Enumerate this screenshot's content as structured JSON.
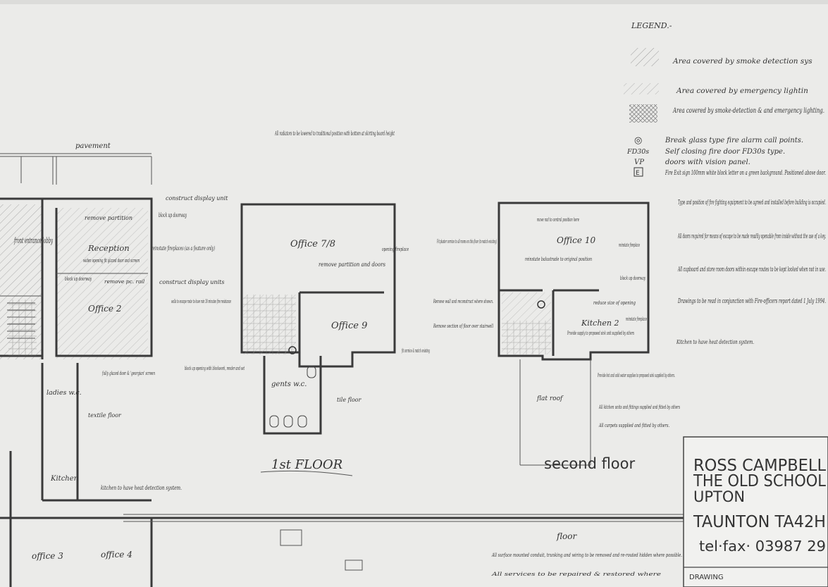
{
  "legend": {
    "title": "LEGEND.-",
    "items": [
      "Area covered by smoke detection sys",
      "Area covered by emergency lightin",
      "Area covered by smoke-detection & and emergency lighting.",
      "Break glass type fire alarm call points.",
      "Self closing fire door FD30s type.",
      "doors with vision panel.",
      "Fire Exit sign 100mm white block letter on a green background. Positioned above door."
    ],
    "symbols": [
      "◎",
      "FD30s",
      "VP",
      "E"
    ],
    "notes": [
      "Type and position of fire fighting equipment to be agreed and installed before building is occupied.",
      "All doors required for means of escape to be made readily openable from inside without the use of a key.",
      "All cupboard and store room doors within escape routes to be kept locked when not in use.",
      "Drawings to be read in conjunction with Fire-officers report dated 1 July 1994."
    ]
  },
  "ground_floor": {
    "pavement": "pavement",
    "rooms": [
      "front entrance lobby",
      "Reception",
      "Office 2",
      "ladies w.c.",
      "Kitchen",
      "office 3",
      "office 4"
    ],
    "notes": [
      "construct display unit",
      "remove partition",
      "block up doorway",
      "widen opening fit glazed door and screen",
      "block up doorway",
      "remove pc. rail",
      "reinstate fireplaces (as a feature only)",
      "construct display units",
      "fully glazed door & 'georgian' screen",
      "textile floor",
      "kitchen to have heat detection system."
    ]
  },
  "first_floor": {
    "label": "1st FLOOR",
    "rooms": [
      "Office 7/8",
      "Office 9",
      "gents w.c."
    ],
    "notes": [
      "All radiators to be lowered to traditional position with bottom at skirting board height",
      "remove partition and doors",
      "opening fireplace",
      "walls to escape route to have min 30 minutes fire resistance",
      "block up opening with blockwork, render and set",
      "tile floor",
      "fit cornice & match existing"
    ]
  },
  "second_floor": {
    "label": "second floor",
    "rooms": [
      "Office 10",
      "Kitchen 2"
    ],
    "notes": [
      "move rad to central position here",
      "Fit plaster cornice to all rooms on this floor (to match existing)",
      "reinstate balustrade to original position",
      "reinstate fireplace",
      "block up doorway",
      "reduce size of opening",
      "reinstate fireplace",
      "Remove wall and reconstruct where shown.",
      "Remove section of floor over stairwell",
      "Provide supply to proposed sink unit supplied by others",
      "Provide hot and cold water supplies to proposed sink supplied by others.",
      "All kitchen units and fittings supplied and fitted by others",
      "All carpets supplied and fitted by others.",
      "flat roof",
      "Kitchen to have heat detection system."
    ]
  },
  "title_block": {
    "client": "ROSS CAMPBELL",
    "address1": "THE OLD SCHOOL",
    "address2": "UPTON",
    "address3": "TAUNTON TA42H",
    "tel": "tel·fax· 03987 29",
    "drawing": "DRAWING"
  },
  "lower": {
    "label": "floor",
    "notes": [
      "All surface mounted conduit, trunking and wiring to be removed and re-routed hidden where possible.",
      "All services to be repaired & restored where"
    ]
  }
}
